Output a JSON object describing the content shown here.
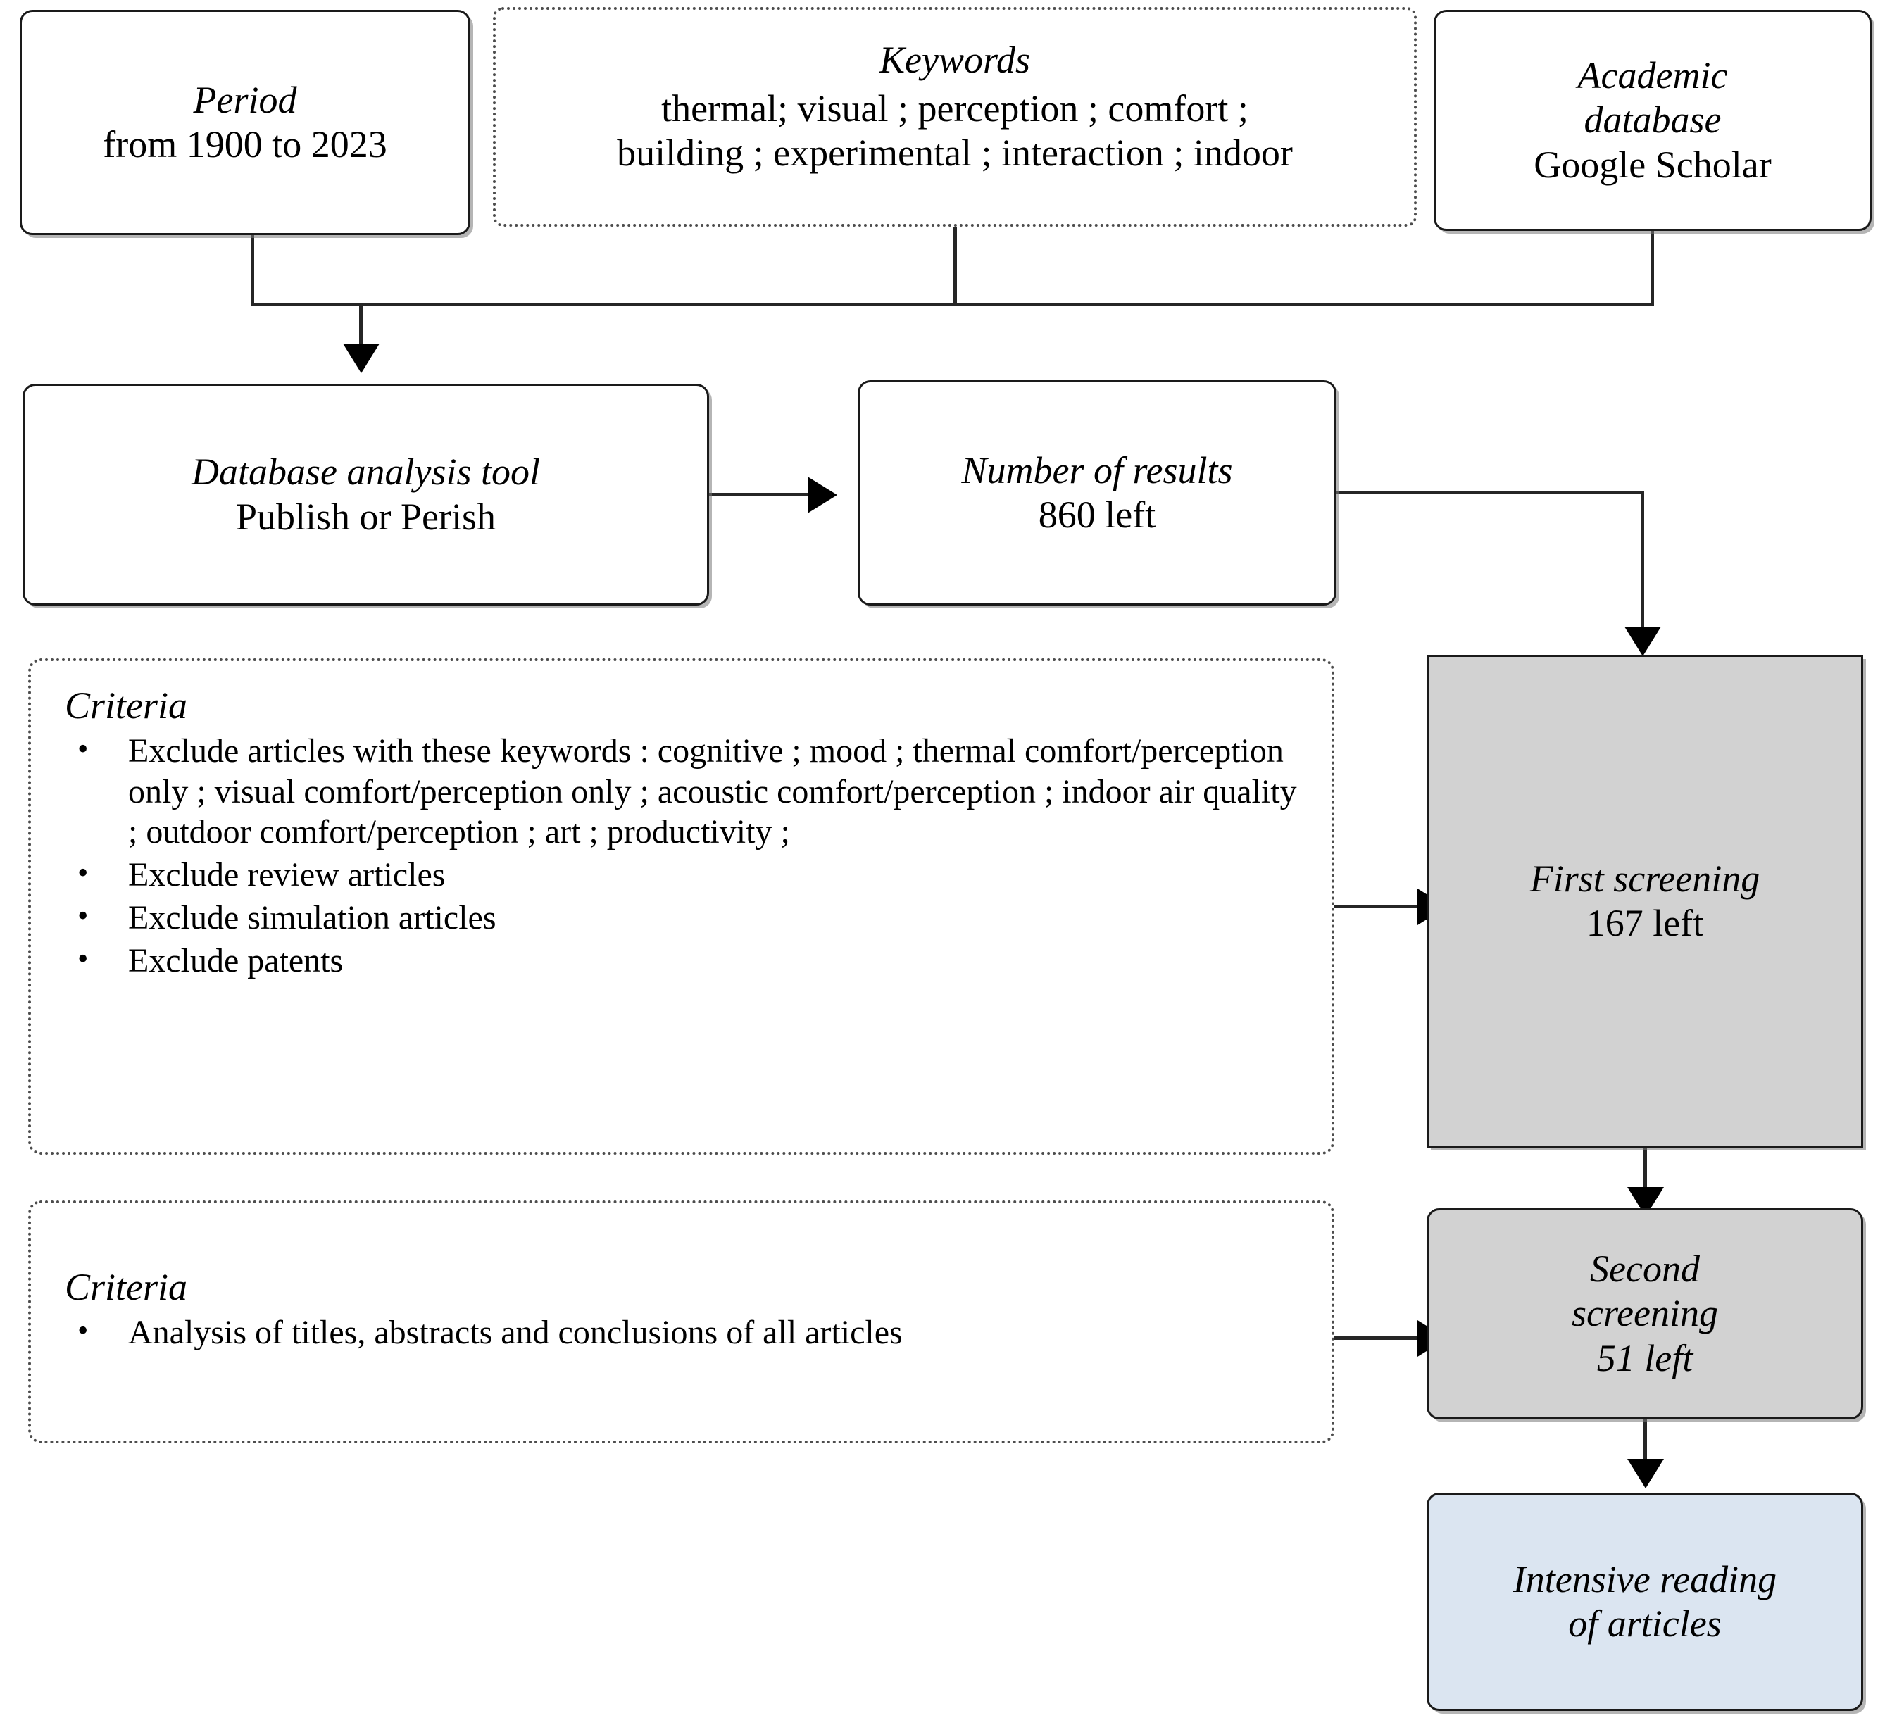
{
  "diagram": {
    "title": "Literature review selection flowchart",
    "colors": {
      "screening_fill": "#d2d2d2",
      "final_fill": "#dbe5f1",
      "line": "#262626",
      "page_background": "#ffffff"
    },
    "nodes": {
      "period": {
        "title": "Period",
        "sub": "from 1900 to 2023"
      },
      "keywords": {
        "title": "Keywords",
        "line1": "thermal; visual ; perception ; comfort ;",
        "line2": "building ; experimental ; interaction ; indoor"
      },
      "academic_database": {
        "title_line1": "Academic",
        "title_line2": "database",
        "sub": "Google Scholar"
      },
      "database_analysis_tool": {
        "title": "Database analysis tool",
        "sub": "Publish or Perish"
      },
      "number_of_results": {
        "title": "Number of results",
        "sub": "860 left"
      },
      "first_screening": {
        "title": "First screening",
        "sub": "167 left"
      },
      "second_screening": {
        "title_line1": "Second",
        "title_line2": "screening",
        "sub": "51 left"
      },
      "intensive_reading": {
        "line1": "Intensive reading",
        "line2": "of articles"
      }
    },
    "criteria_first": {
      "heading": "Criteria",
      "bullet_marker": "•",
      "items": [
        "Exclude articles with these keywords : cognitive ; mood ; thermal comfort/perception only ; visual comfort/perception only ; acoustic comfort/perception ; indoor air quality ; outdoor comfort/perception ; art ; productivity ;",
        "Exclude review articles",
        "Exclude simulation articles",
        "Exclude patents"
      ]
    },
    "criteria_second": {
      "heading": "Criteria",
      "bullet_marker": "•",
      "items": [
        "Analysis of titles, abstracts and conclusions of all articles"
      ]
    }
  }
}
